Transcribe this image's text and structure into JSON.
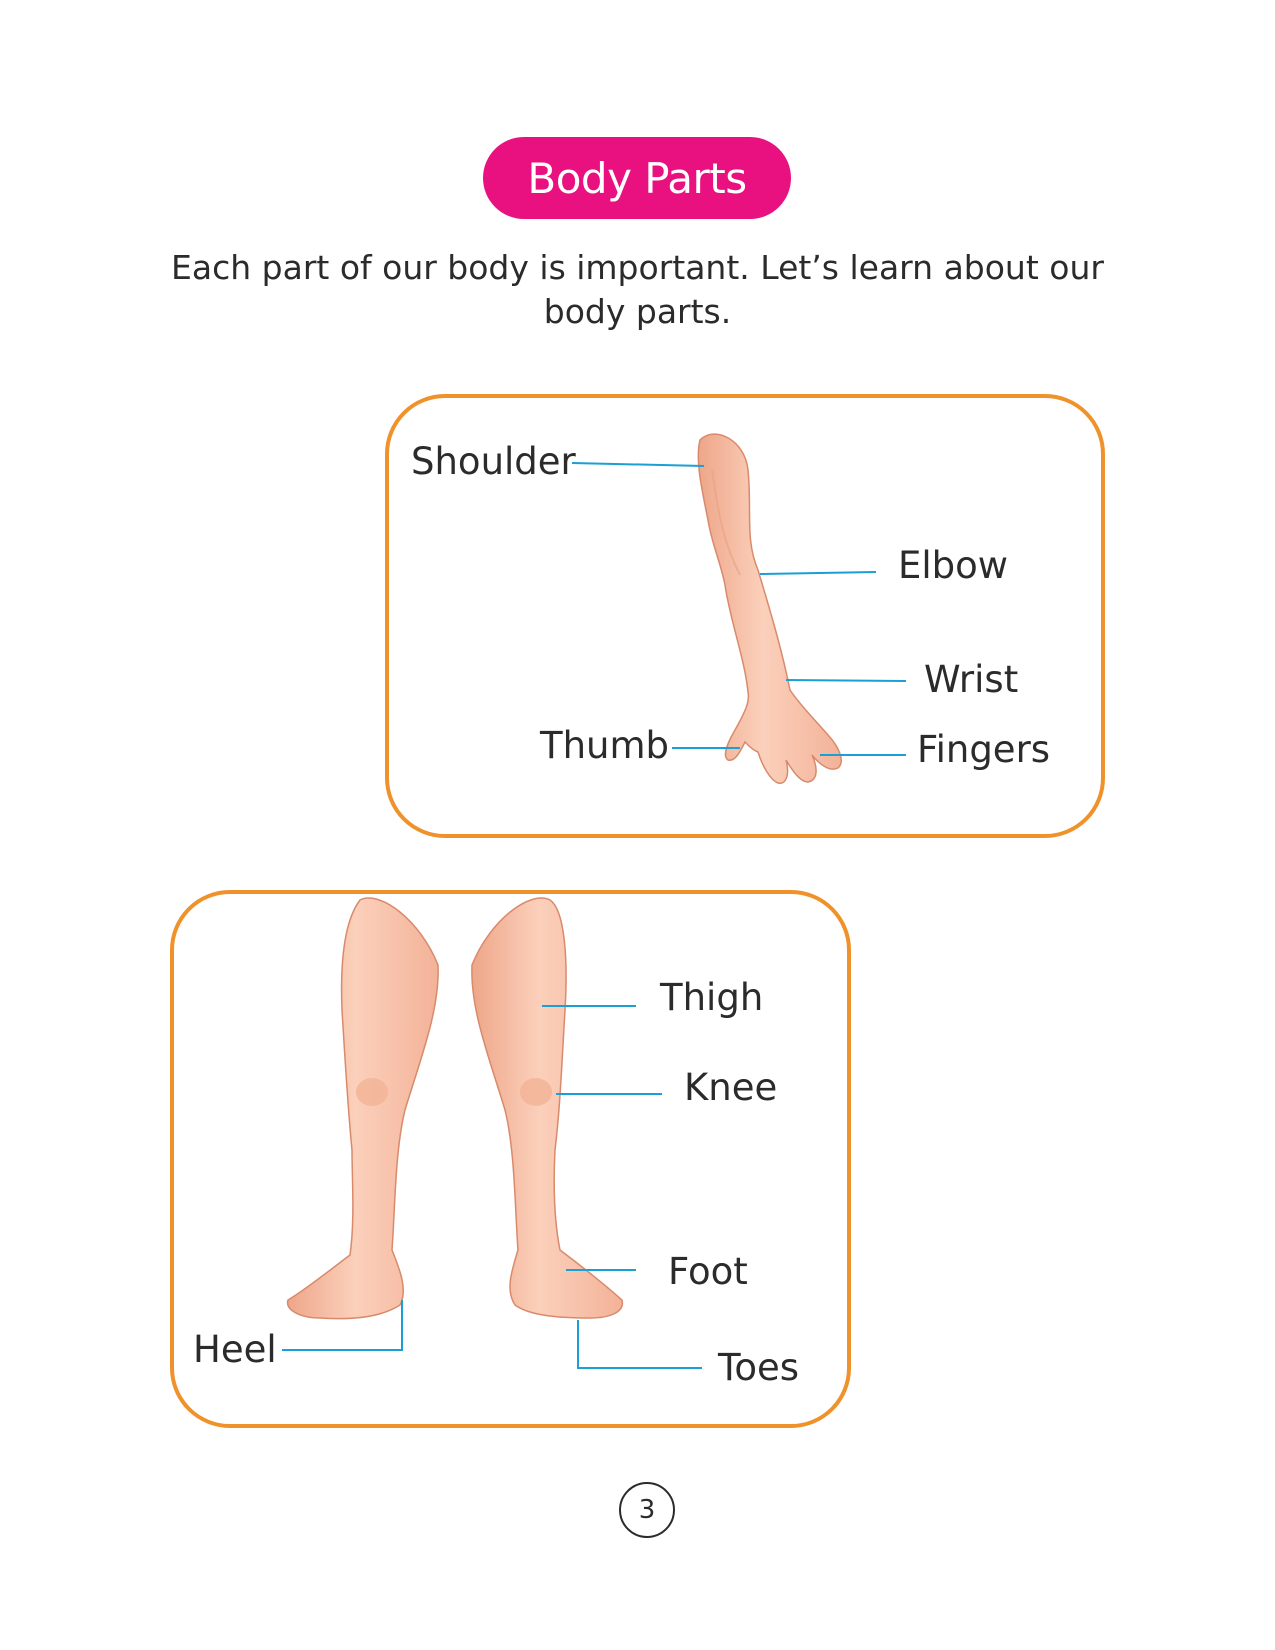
{
  "title": "Body Parts",
  "intro": "Each part of our body is important. Let’s learn about our body parts.",
  "arm_panel": {
    "labels": {
      "shoulder": "Shoulder",
      "elbow": "Elbow",
      "wrist": "Wrist",
      "thumb": "Thumb",
      "fingers": "Fingers"
    }
  },
  "legs_panel": {
    "labels": {
      "thigh": "Thigh",
      "knee": "Knee",
      "foot": "Foot",
      "heel": "Heel",
      "toes": "Toes"
    }
  },
  "page_number": "3",
  "colors": {
    "title_pill": "#e8117f",
    "panel_border": "#f0922b",
    "leader_line": "#1a9fd6",
    "skin": "#f6c2a8"
  }
}
